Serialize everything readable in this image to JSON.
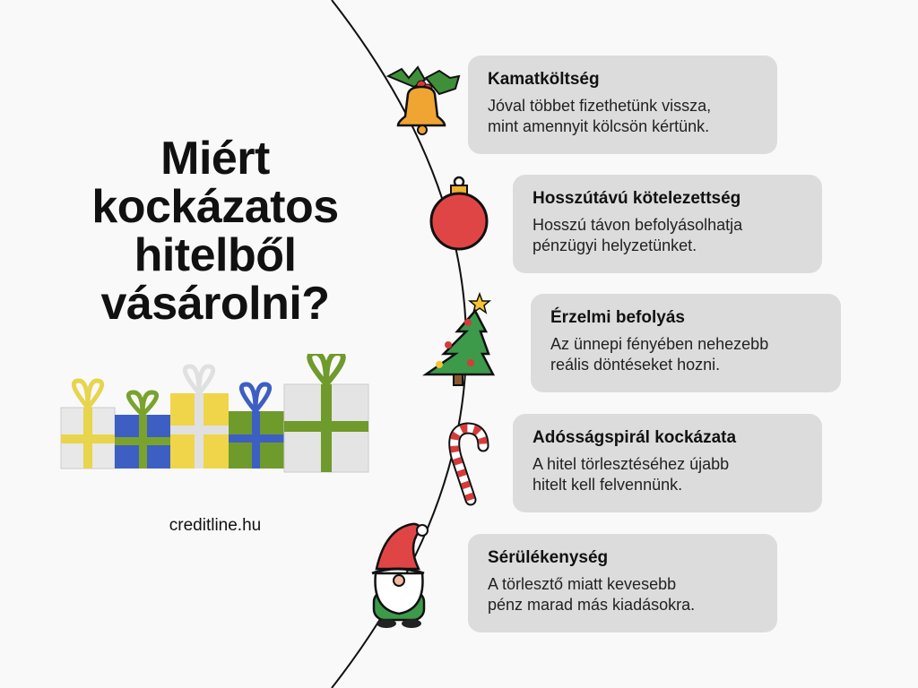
{
  "title_lines": [
    "Miért",
    "kockázatos",
    "hitelből",
    "vásárolni?"
  ],
  "website": "creditline.hu",
  "cards": [
    {
      "title": "Kamatköltség",
      "lines": [
        "Jóval többet fizethetünk vissza,",
        "mint amennyit kölcsön kértünk."
      ],
      "icon": "bell-holly-icon"
    },
    {
      "title": "Hosszútávú kötelezettség",
      "lines": [
        "Hosszú távon befolyásolhatja",
        "pénzügyi helyzetünket."
      ],
      "icon": "ornament-icon"
    },
    {
      "title": "Érzelmi befolyás",
      "lines": [
        "Az ünnepi fényében nehezebb",
        "reális döntéseket hozni."
      ],
      "icon": "christmas-tree-icon"
    },
    {
      "title": "Adósságspirál kockázata",
      "lines": [
        "A hitel törlesztéséhez újabb",
        "hitelt kell felvennünk."
      ],
      "icon": "candy-cane-icon"
    },
    {
      "title": "Sérülékenység",
      "lines": [
        "A törlesztő miatt kevesebb",
        "pénz marad más kiadásokra."
      ],
      "icon": "gnome-icon"
    }
  ],
  "colors": {
    "background": "#f9f9f9",
    "card": "#dcdcdc"
  }
}
